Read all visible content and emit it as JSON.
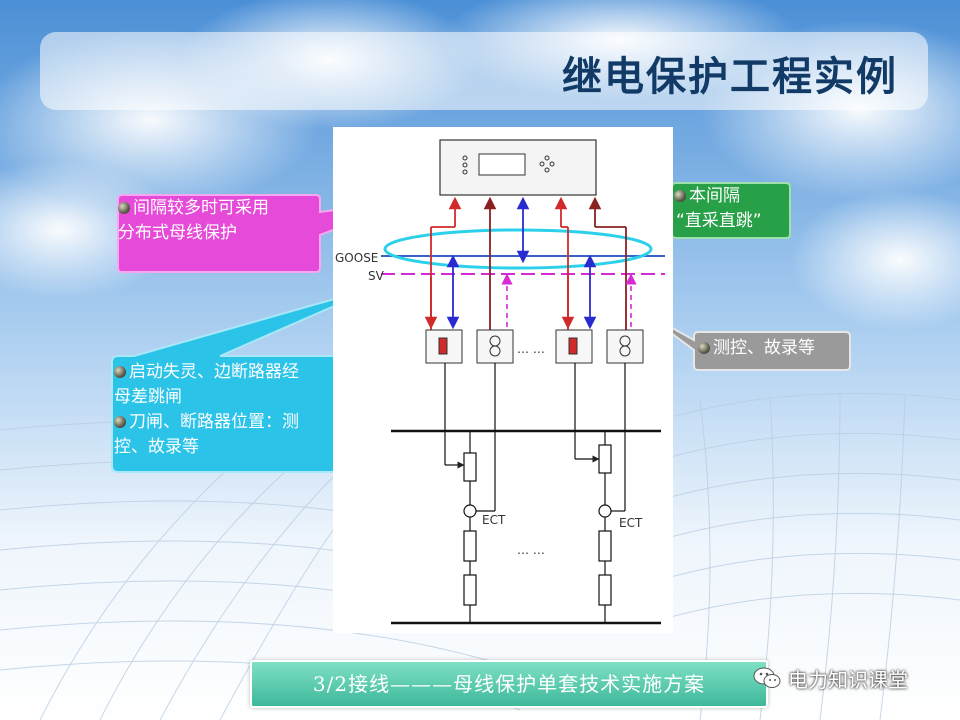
{
  "slide": {
    "title": "继电保护工程实例",
    "footer": "3/2接线———母线保护单套技术实施方案",
    "watermark": "电力知识课堂"
  },
  "callouts": {
    "distributed": {
      "lines": [
        "间隔较多时可采用",
        "分布式母线保护"
      ],
      "color": "#e64ad9"
    },
    "direct": {
      "lines": [
        "本间隔",
        "“直采直跳”"
      ],
      "color": "#27a047"
    },
    "measure": {
      "lines": [
        "测控、故录等"
      ],
      "color": "#9a9a9a"
    },
    "failure": {
      "lines": [
        "启动失灵、边断路器经",
        "母差跳闸",
        "刀闸、断路器位置：测",
        "控、故录等"
      ],
      "color": "#2cc3e9",
      "bullet_rows": [
        0,
        2
      ]
    }
  },
  "diagram": {
    "labels": {
      "goose": "GOOSE",
      "sv": "SV",
      "ect_left": "ECT",
      "ect_right": "ECT",
      "ellipsis_units": "… …",
      "ellipsis_bay": "… …"
    },
    "colors": {
      "goose_bus": "#3a63c9",
      "sv_bus": "#d62ad6",
      "trip_red": "#d12a2a",
      "trip_darkred": "#8a2020",
      "sample_blue": "#2a2ad1",
      "ring": "#2bd0ea"
    }
  }
}
